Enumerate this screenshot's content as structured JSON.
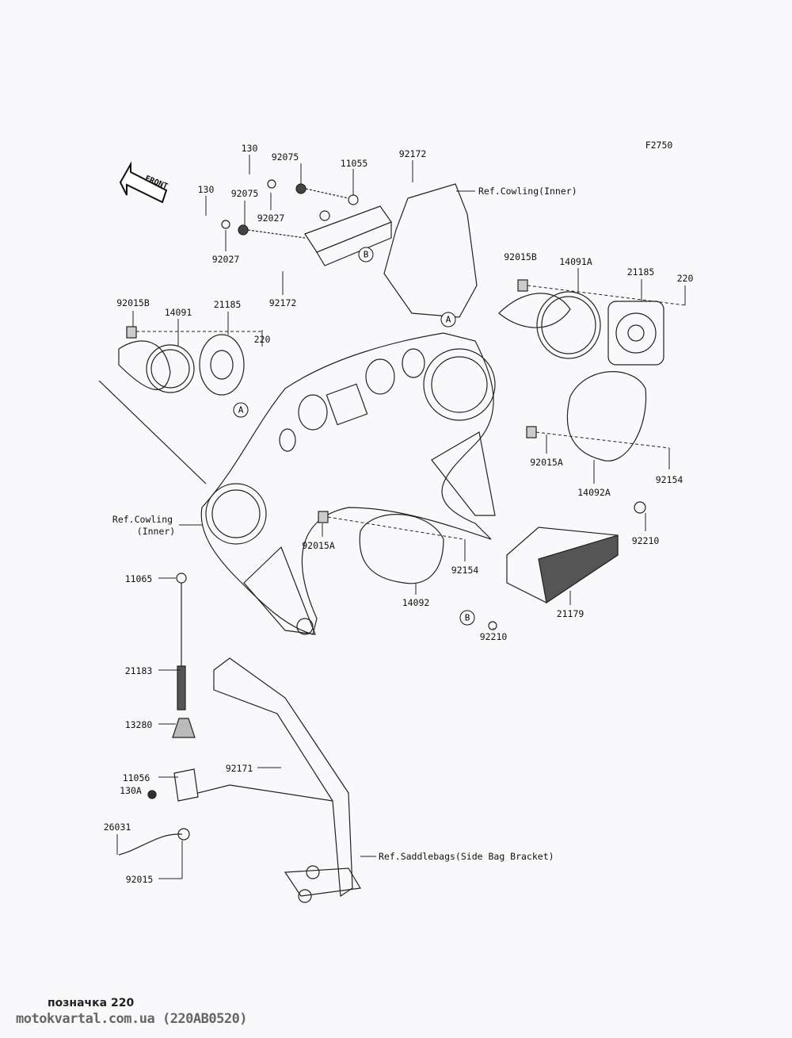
{
  "diagram_code": "F2750",
  "front_arrow_label": "FRONT",
  "callouts": {
    "A": "A",
    "B": "B"
  },
  "labels": {
    "p130_top": "130",
    "p130_left": "130",
    "p92075_top": "92075",
    "p92075_left": "92075",
    "p11055": "11055",
    "p92172_top": "92172",
    "p92172_bottom": "92172",
    "p92027_top": "92027",
    "p92027_left": "92027",
    "ref_cowling_inner_top": "Ref.Cowling(Inner)",
    "p92015B_right": "92015B",
    "p14091A": "14091A",
    "p21185_right": "21185",
    "p220_right": "220",
    "p92015B_left": "92015B",
    "p14091": "14091",
    "p21185_left": "21185",
    "p220_left": "220",
    "p92015A_right": "92015A",
    "p92154_right": "92154",
    "p14092A": "14092A",
    "ref_cowling_line1": "Ref.Cowling",
    "ref_cowling_line2": "(Inner)",
    "p92015A_left": "92015A",
    "p92154_left": "92154",
    "p14092": "14092",
    "p92210_top": "92210",
    "p21179": "21179",
    "p92210_bottom": "92210",
    "p11065": "11065",
    "p21183": "21183",
    "p13280": "13280",
    "p92171": "92171",
    "p11056": "11056",
    "p130A": "130A",
    "p26031": "26031",
    "ref_saddlebags": "Ref.Saddlebags(Side Bag Bracket)",
    "p92015": "92015"
  },
  "footer": {
    "line1": "позначка 220",
    "line2": "motokvartal.com.ua (220AB0520)"
  }
}
